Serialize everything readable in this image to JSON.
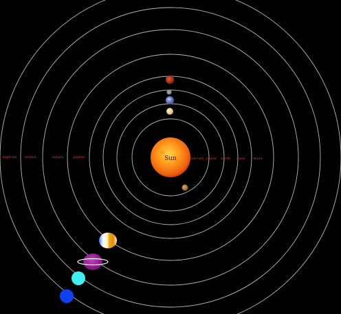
{
  "sun": {
    "label": "Sun"
  },
  "orbits": [
    {
      "name": "mercury",
      "label": "mercury"
    },
    {
      "name": "venus",
      "label": "venus"
    },
    {
      "name": "earth",
      "label": "earth"
    },
    {
      "name": "mars",
      "label": "mars"
    },
    {
      "name": "jupiter",
      "label": "jupiter"
    },
    {
      "name": "saturn",
      "label": "saturn"
    },
    {
      "name": "uranus",
      "label": "uranus"
    },
    {
      "name": "neptune",
      "label": "neptune"
    }
  ],
  "planets": [
    {
      "name": "mercury",
      "color": "#c08a3a",
      "icon": "mercury-planet-icon"
    },
    {
      "name": "venus",
      "color": "#f3d7a0",
      "icon": "venus-planet-icon"
    },
    {
      "name": "earth",
      "color": "#5a6fbf",
      "icon": "earth-planet-icon"
    },
    {
      "name": "moon",
      "color": "#9a9a9a",
      "icon": "moon-icon"
    },
    {
      "name": "mars",
      "color": "#c0301a",
      "icon": "mars-planet-icon"
    },
    {
      "name": "jupiter",
      "color": "#e8a020",
      "icon": "jupiter-planet-icon"
    },
    {
      "name": "saturn",
      "color": "#9a1a9a",
      "icon": "saturn-planet-icon"
    },
    {
      "name": "uranus",
      "color": "#40f0f0",
      "icon": "uranus-planet-icon"
    },
    {
      "name": "neptune",
      "color": "#1040f0",
      "icon": "neptune-planet-icon"
    }
  ],
  "colors": {
    "background": "#000000",
    "orbit": "#d8d8d8",
    "label": "#ff2a2a",
    "sun_core": "#ffb020",
    "sun_edge": "#e04000"
  }
}
